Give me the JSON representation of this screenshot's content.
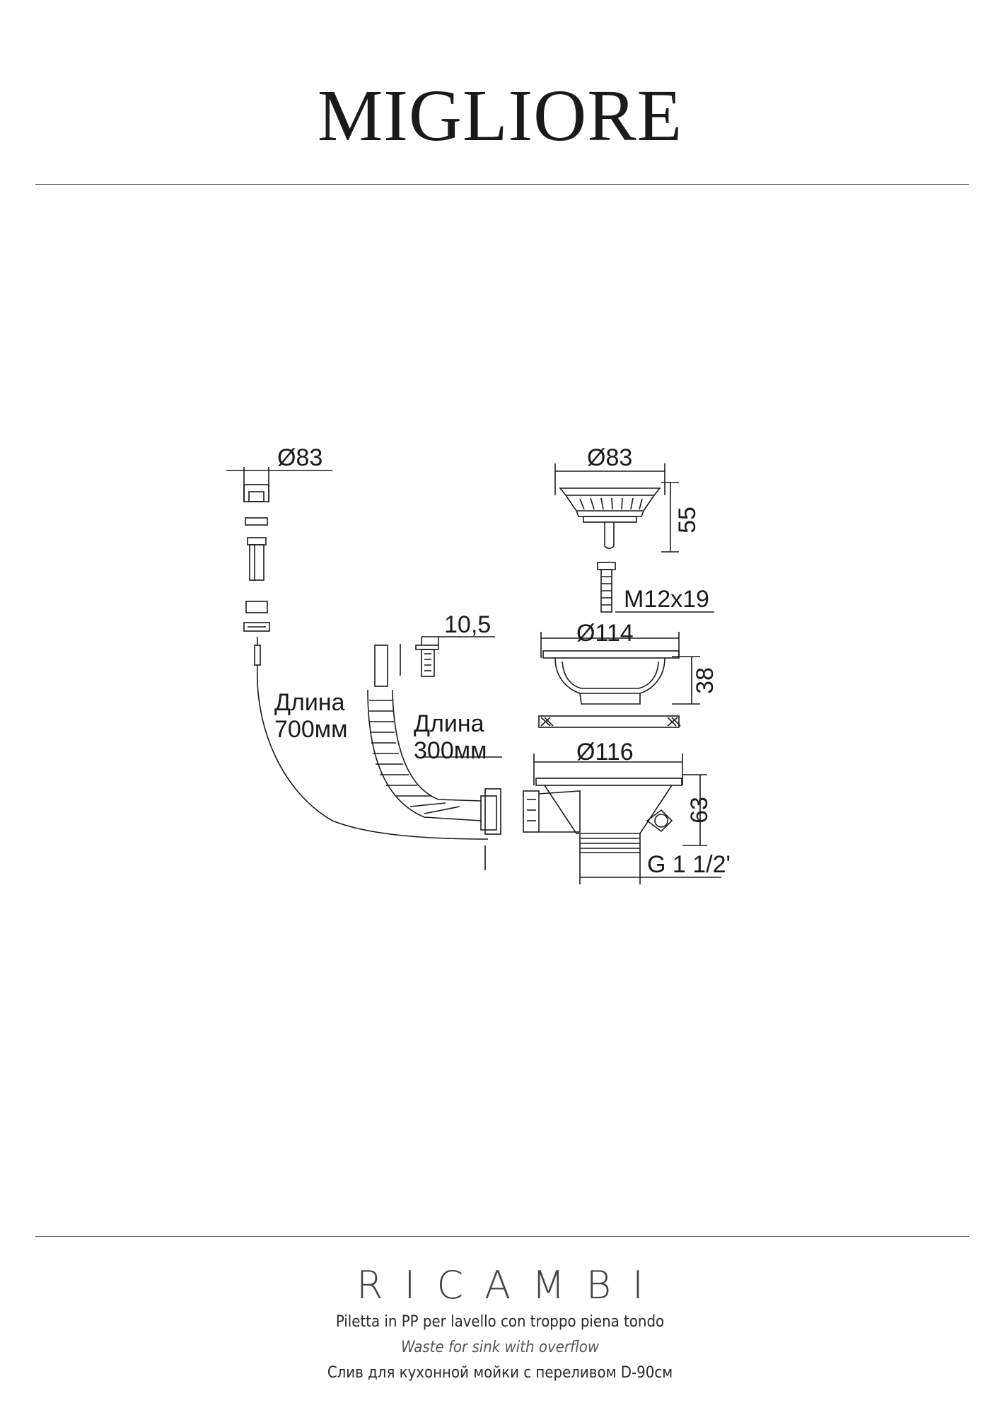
{
  "brand": "MIGLIORE",
  "labels": {
    "cap_diameter": "Ø83",
    "strainer_diameter": "Ø83",
    "strainer_height": "55",
    "screw": "M12x19",
    "overflow_nut": "10,5",
    "flange_diameter": "Ø114",
    "flange_height": "38",
    "hose_long_line1": "Длина",
    "hose_long_line2": "700мм",
    "hose_short_line1": "Длина",
    "hose_short_line2": "300мм",
    "body_diameter": "Ø116",
    "body_height": "63",
    "thread": "G 1 1/2'"
  },
  "footer": {
    "title": "RICAMBI",
    "line_it": "Piletta in PP per lavello con troppo piena tondo",
    "line_en": "Waste for sink with overflow",
    "line_ru": "Слив для кухонной мойки с переливом D-90см"
  },
  "colors": {
    "ink": "#1a1a1a",
    "rule": "#444444"
  }
}
